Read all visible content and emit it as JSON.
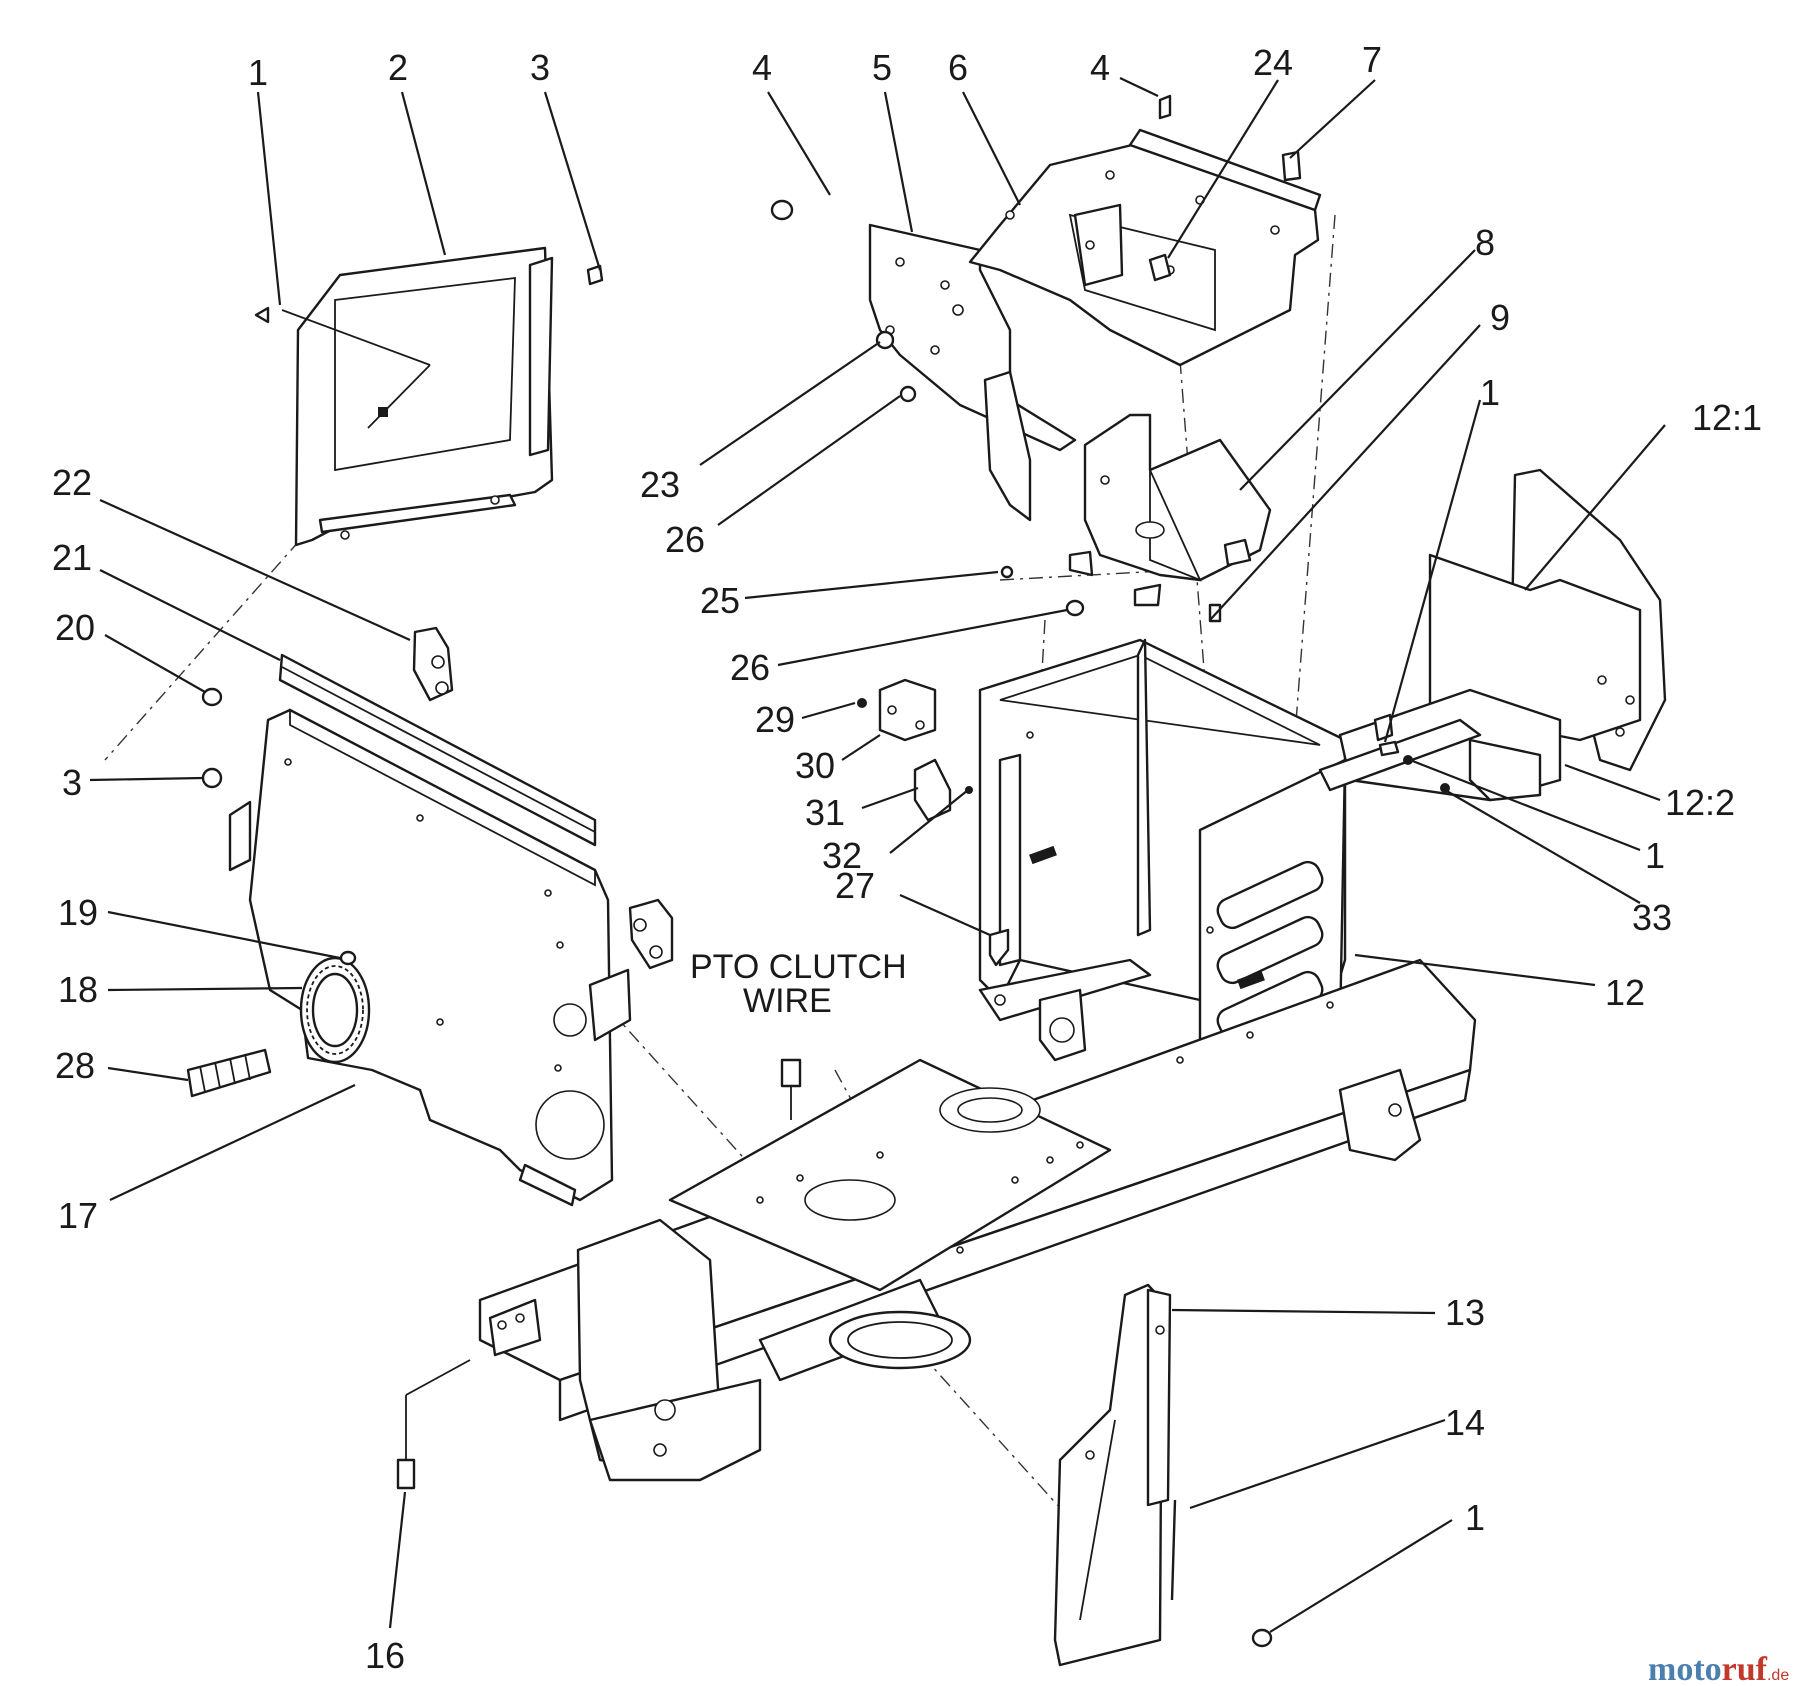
{
  "diagram": {
    "callouts": [
      {
        "id": "c1a",
        "text": "1"
      },
      {
        "id": "c2",
        "text": "2"
      },
      {
        "id": "c3a",
        "text": "3"
      },
      {
        "id": "c4a",
        "text": "4"
      },
      {
        "id": "c5",
        "text": "5"
      },
      {
        "id": "c6",
        "text": "6"
      },
      {
        "id": "c4b",
        "text": "4"
      },
      {
        "id": "c24",
        "text": "24"
      },
      {
        "id": "c7",
        "text": "7"
      },
      {
        "id": "c8",
        "text": "8"
      },
      {
        "id": "c9",
        "text": "9"
      },
      {
        "id": "c1b",
        "text": "1"
      },
      {
        "id": "c12_1",
        "text": "12:1"
      },
      {
        "id": "c22",
        "text": "22"
      },
      {
        "id": "c21",
        "text": "21"
      },
      {
        "id": "c20",
        "text": "20"
      },
      {
        "id": "c3b",
        "text": "3"
      },
      {
        "id": "c23",
        "text": "23"
      },
      {
        "id": "c26a",
        "text": "26"
      },
      {
        "id": "c25",
        "text": "25"
      },
      {
        "id": "c26b",
        "text": "26"
      },
      {
        "id": "c29",
        "text": "29"
      },
      {
        "id": "c30",
        "text": "30"
      },
      {
        "id": "c31",
        "text": "31"
      },
      {
        "id": "c32",
        "text": "32"
      },
      {
        "id": "c27",
        "text": "27"
      },
      {
        "id": "c12_2",
        "text": "12:2"
      },
      {
        "id": "c1c",
        "text": "1"
      },
      {
        "id": "c33",
        "text": "33"
      },
      {
        "id": "c19",
        "text": "19"
      },
      {
        "id": "c18",
        "text": "18"
      },
      {
        "id": "c28",
        "text": "28"
      },
      {
        "id": "c17",
        "text": "17"
      },
      {
        "id": "c12",
        "text": "12"
      },
      {
        "id": "c13",
        "text": "13"
      },
      {
        "id": "c14",
        "text": "14"
      },
      {
        "id": "c1d",
        "text": "1"
      },
      {
        "id": "c16",
        "text": "16"
      }
    ],
    "note_lines": [
      "PTO CLUTCH",
      "WIRE"
    ]
  },
  "watermark": {
    "part_a": "moto",
    "part_b": "ruf",
    "part_c": ".de",
    "color_a": "#4a7fb0",
    "color_b": "#c0392b"
  }
}
